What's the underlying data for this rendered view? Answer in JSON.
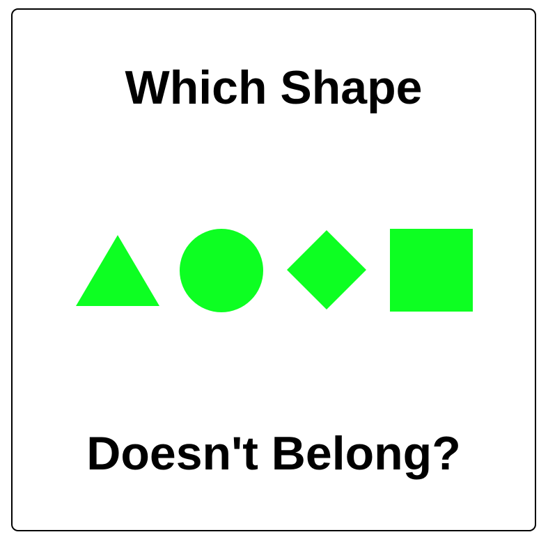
{
  "puzzle": {
    "title_line1": "Which Shape",
    "title_line2": "Doesn't Belong?",
    "shape_color": "#0dff22",
    "shapes": [
      {
        "name": "triangle"
      },
      {
        "name": "circle"
      },
      {
        "name": "diamond"
      },
      {
        "name": "square"
      }
    ]
  }
}
